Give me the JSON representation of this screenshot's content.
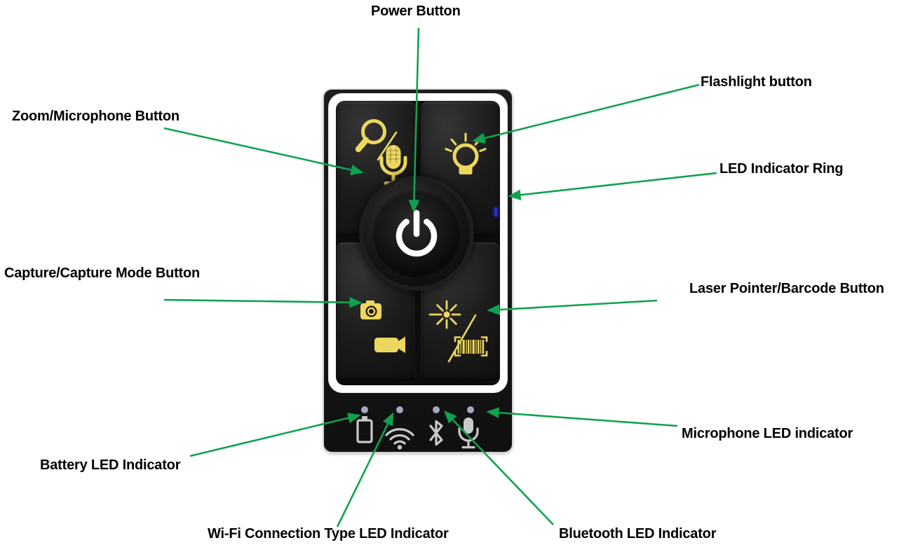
{
  "colors": {
    "arrow_green": "#10A24F",
    "key_icon_yellow": "#EDD75E",
    "indicator_icon_gray": "#C9C9CB",
    "led_dot_lavender": "#A6A6C2",
    "led_ring_blue": "#2B2BD0",
    "device_body_black": "#161616",
    "panel_frame_white": "#FFFFFF",
    "label_text": "#000000"
  },
  "labels": {
    "power": {
      "text": "Power Button"
    },
    "flashlight": {
      "text": "Flashlight button"
    },
    "led_ring": {
      "text": "LED Indicator Ring"
    },
    "zoom_mic": {
      "text": "Zoom/Microphone Button"
    },
    "capture": {
      "text": "Capture/Capture Mode Button"
    },
    "laser": {
      "text": "Laser Pointer/Barcode Button"
    },
    "battery": {
      "text": "Battery LED Indicator"
    },
    "wifi": {
      "text": "Wi-Fi Connection Type LED Indicator"
    },
    "bluetooth": {
      "text": "Bluetooth LED Indicator"
    },
    "microphone": {
      "text": "Microphone LED indicator"
    }
  },
  "device": {
    "keys": [
      {
        "id": "zoom-microphone",
        "icons": [
          "magnifier-icon",
          "slash-icon",
          "microphone-icon"
        ]
      },
      {
        "id": "flashlight",
        "icons": [
          "bulb-icon"
        ]
      },
      {
        "id": "power",
        "icons": [
          "power-icon"
        ]
      },
      {
        "id": "capture-capture-mode",
        "icons": [
          "camera-icon",
          "video-camera-icon"
        ]
      },
      {
        "id": "laser-pointer-barcode",
        "icons": [
          "laser-icon",
          "slash-icon",
          "barcode-icon"
        ]
      }
    ],
    "status_indicators": [
      {
        "id": "battery",
        "icon": "battery-icon",
        "led": "battery-led"
      },
      {
        "id": "wifi",
        "icon": "wifi-icon",
        "led": "wifi-led"
      },
      {
        "id": "bluetooth",
        "icon": "bluetooth-icon",
        "led": "bluetooth-led"
      },
      {
        "id": "microphone",
        "icon": "microphone-icon",
        "led": "microphone-led"
      }
    ],
    "led_indicator_ring": {
      "state_color": "#2B2BD0"
    }
  }
}
